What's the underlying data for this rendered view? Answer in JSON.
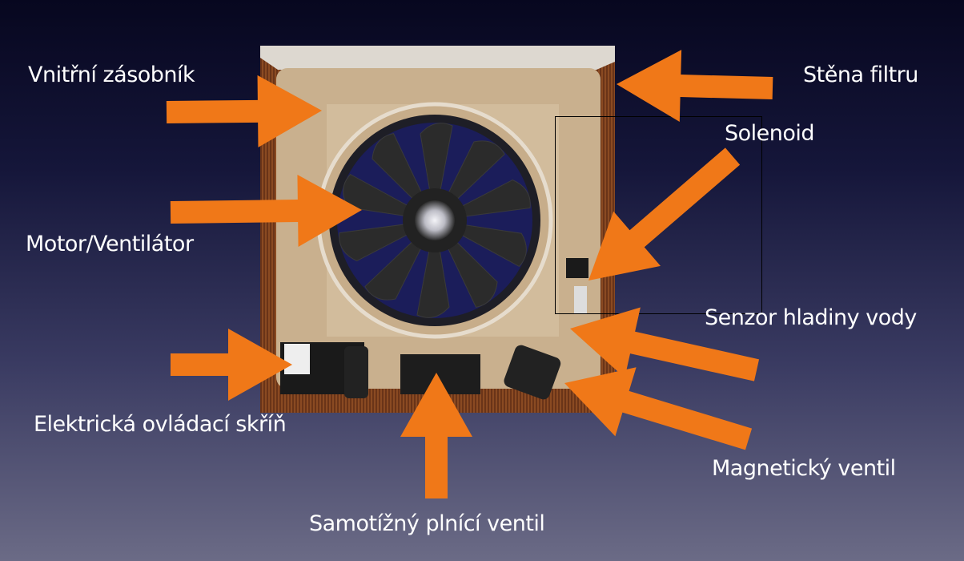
{
  "labels": {
    "inner_tank": "Vnitřní zásobník",
    "filter_wall": "Stěna filtru",
    "solenoid": "Solenoid",
    "motor_fan": "Motor/Ventilátor",
    "water_level_sensor": "Senzor hladiny vody",
    "control_box": "Elektrická ovládací skříň",
    "float_valve": "Samotížný plnící ventil",
    "magnetic_valve": "Magnetický ventil"
  },
  "colors": {
    "arrow": "#f07818",
    "text": "#ffffff"
  }
}
